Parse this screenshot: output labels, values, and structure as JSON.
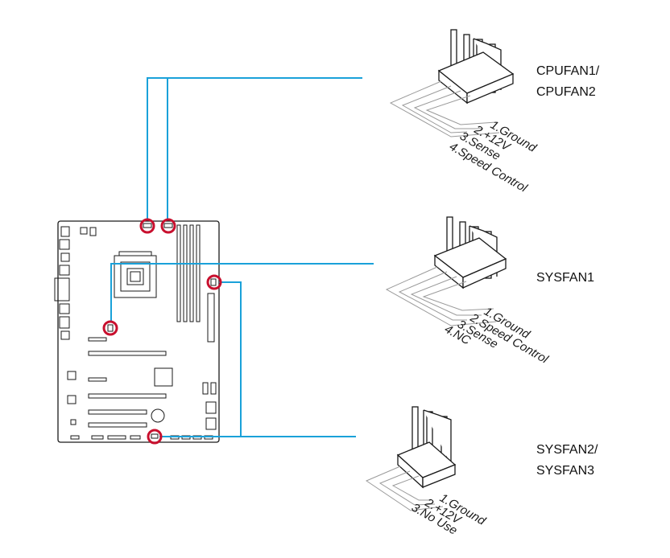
{
  "colors": {
    "accent_line": "#1aa1d9",
    "highlight_ring": "#c8102e",
    "board_stroke": "#1a1a1a",
    "pin_stroke": "#555555",
    "wire_stroke": "#9a9a9a"
  },
  "connectors": {
    "cpufan": {
      "name_line1": "CPUFAN1/",
      "name_line2": "CPUFAN2",
      "pins": [
        "1.Ground",
        "2.+12V",
        "3.Sense",
        "4.Speed Control"
      ]
    },
    "sysfan1": {
      "name_line1": "SYSFAN1",
      "pins": [
        "1.Ground",
        "2.Speed Control",
        "3.Sense",
        "4.NC"
      ]
    },
    "sysfan23": {
      "name_line1": "SYSFAN2/",
      "name_line2": "SYSFAN3",
      "pins": [
        "1.Ground",
        "2.+12V",
        "3.No Use"
      ]
    }
  },
  "icons": {
    "motherboard": "motherboard-layout-icon",
    "fan_header_4pin": "four-pin-header-icon",
    "fan_header_3pin": "three-pin-header-icon",
    "location_marker": "red-circle-marker-icon"
  }
}
